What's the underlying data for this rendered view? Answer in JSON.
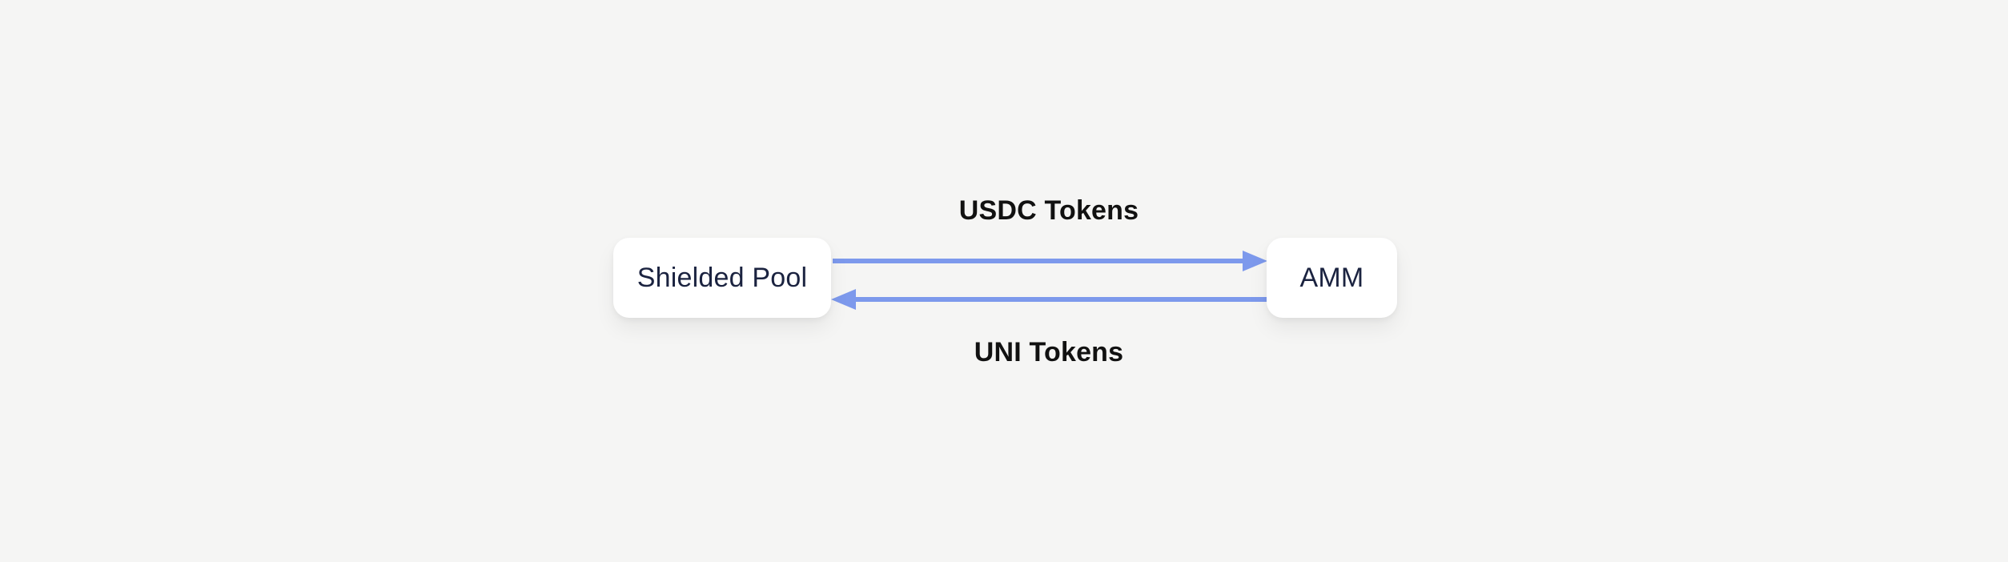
{
  "diagram": {
    "nodes": [
      {
        "id": "shielded-pool",
        "label": "Shielded Pool"
      },
      {
        "id": "amm",
        "label": "AMM"
      }
    ],
    "edges": [
      {
        "label": "USDC Tokens",
        "from": "shielded-pool",
        "to": "amm",
        "direction": "right"
      },
      {
        "label": "UNI Tokens",
        "from": "amm",
        "to": "shielded-pool",
        "direction": "left"
      }
    ]
  },
  "colors": {
    "background": "#f5f5f4",
    "node_background": "#ffffff",
    "node_text": "#1b2340",
    "label_text": "#111111",
    "arrow": "#7d99ec"
  }
}
